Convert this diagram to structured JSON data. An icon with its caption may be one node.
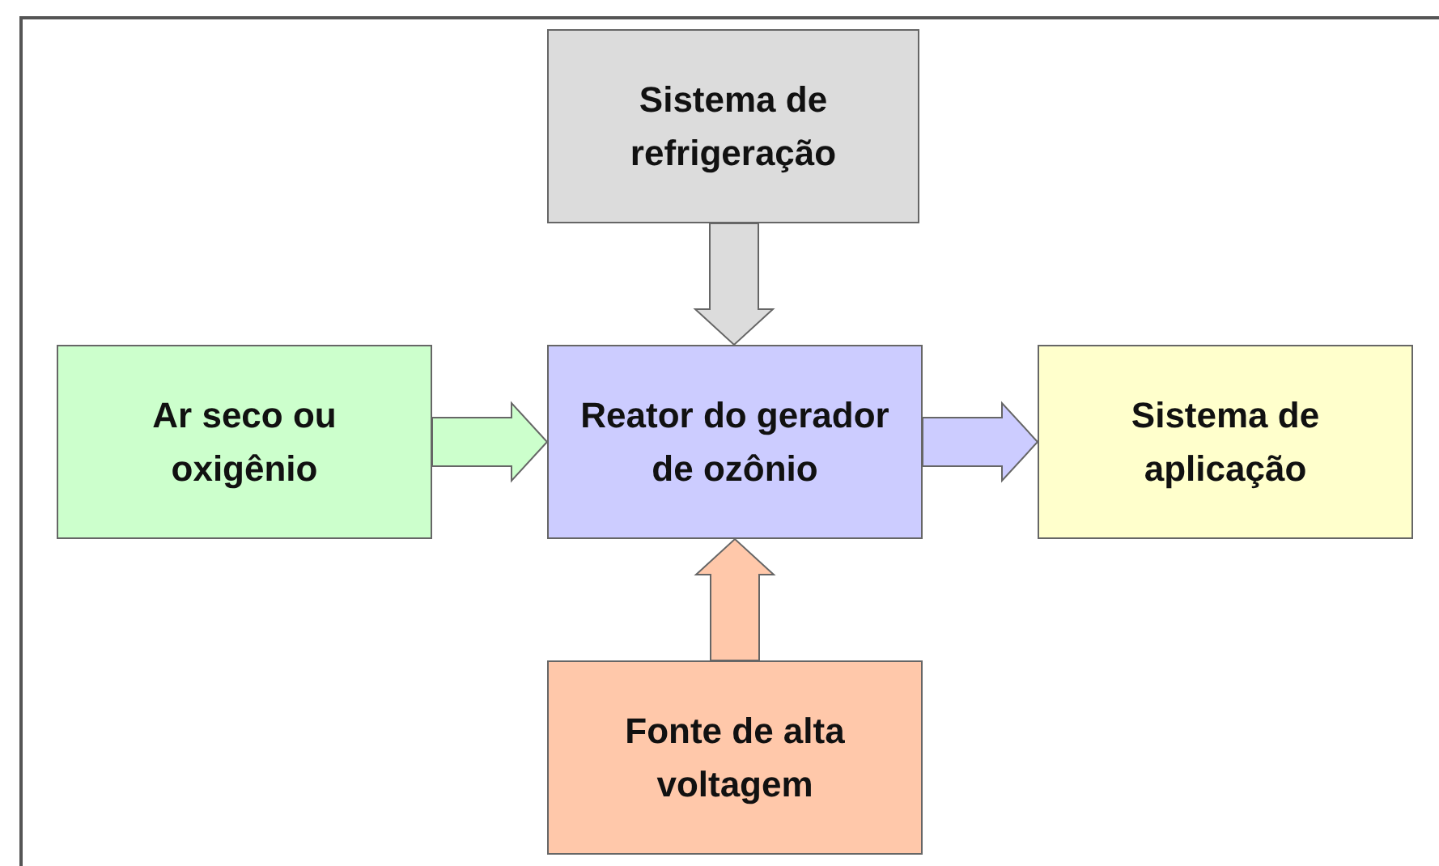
{
  "diagram": {
    "nodes": [
      {
        "text": [
          "Sistema de refrigeração"
        ]
      },
      {
        "text": [
          "Ar seco ou oxigênio"
        ]
      },
      {
        "text": [
          "Reator do gerador de ozônio"
        ]
      },
      {
        "text": [
          "Sistema de aplicação"
        ]
      },
      {
        "text": [
          "Fonte de alta voltagem"
        ]
      }
    ],
    "edges": [
      {
        "from": 0,
        "to": 2,
        "arrow": "to"
      },
      {
        "from": 1,
        "to": 2,
        "arrow": "to"
      },
      {
        "from": 2,
        "to": 3,
        "arrow": "to"
      },
      {
        "from": 4,
        "to": 2,
        "arrow": "to"
      }
    ]
  }
}
